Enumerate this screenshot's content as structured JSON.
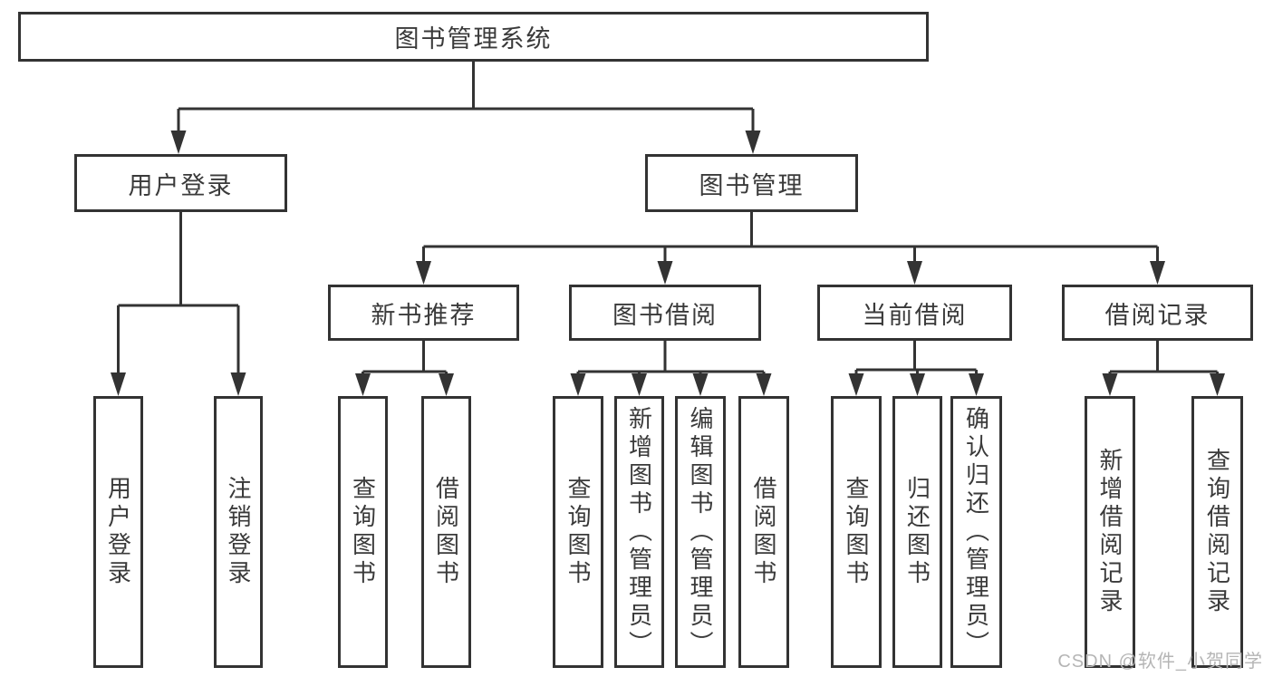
{
  "tree": {
    "root": {
      "label": "图书管理系统",
      "children": [
        {
          "label": "用户登录",
          "children": [
            {
              "label": "用户登录"
            },
            {
              "label": "注销登录"
            }
          ]
        },
        {
          "label": "图书管理",
          "children": [
            {
              "label": "新书推荐",
              "children": [
                {
                  "label": "查询图书"
                },
                {
                  "label": "借阅图书"
                }
              ]
            },
            {
              "label": "图书借阅",
              "children": [
                {
                  "label": "查询图书"
                },
                {
                  "label": "新增图书（管理员）"
                },
                {
                  "label": "编辑图书（管理员）"
                },
                {
                  "label": "借阅图书"
                }
              ]
            },
            {
              "label": "当前借阅",
              "children": [
                {
                  "label": "查询图书"
                },
                {
                  "label": "归还图书"
                },
                {
                  "label": "确认归还（管理员）"
                }
              ]
            },
            {
              "label": "借阅记录",
              "children": [
                {
                  "label": "新增借阅记录"
                },
                {
                  "label": "查询借阅记录"
                }
              ]
            }
          ]
        }
      ]
    }
  },
  "watermark": {
    "text": "CSDN @软件_小贺同学"
  },
  "colors": {
    "line": "#333333",
    "text": "#3a3a3a",
    "background": "#ffffff",
    "watermark": "#b5b5b5"
  }
}
